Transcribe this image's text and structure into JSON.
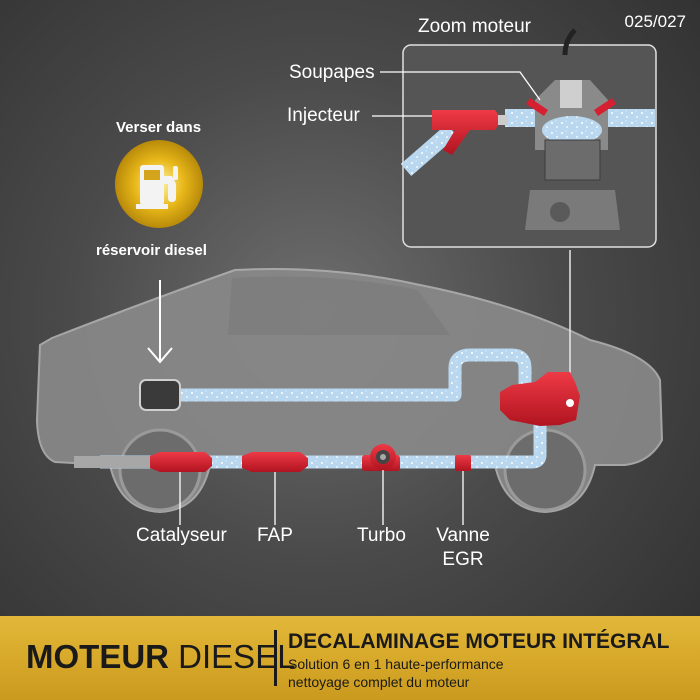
{
  "counter": "025/027",
  "zoom": {
    "title": "Zoom moteur",
    "valves_label": "Soupapes",
    "injector_label": "Injecteur"
  },
  "fuel": {
    "label_top": "Verser dans",
    "label_bottom": "réservoir diesel"
  },
  "components": {
    "catalyst": "Catalyseur",
    "dpf": "FAP",
    "turbo": "Turbo",
    "egr_line1": "Vanne",
    "egr_line2": "EGR"
  },
  "footer": {
    "brand_bold": "MOTEUR",
    "brand_light": "DIESEL",
    "headline": "DECALAMINAGE MOTEUR INTÉGRAL",
    "sub_line1": "Solution 6 en 1 haute-performance",
    "sub_line2": "nettoyage complet du moteur"
  },
  "colors": {
    "part_red": "#d42030",
    "pipe_blue": "#bcd8ec",
    "fuel_yellow": "#f1c21b"
  }
}
